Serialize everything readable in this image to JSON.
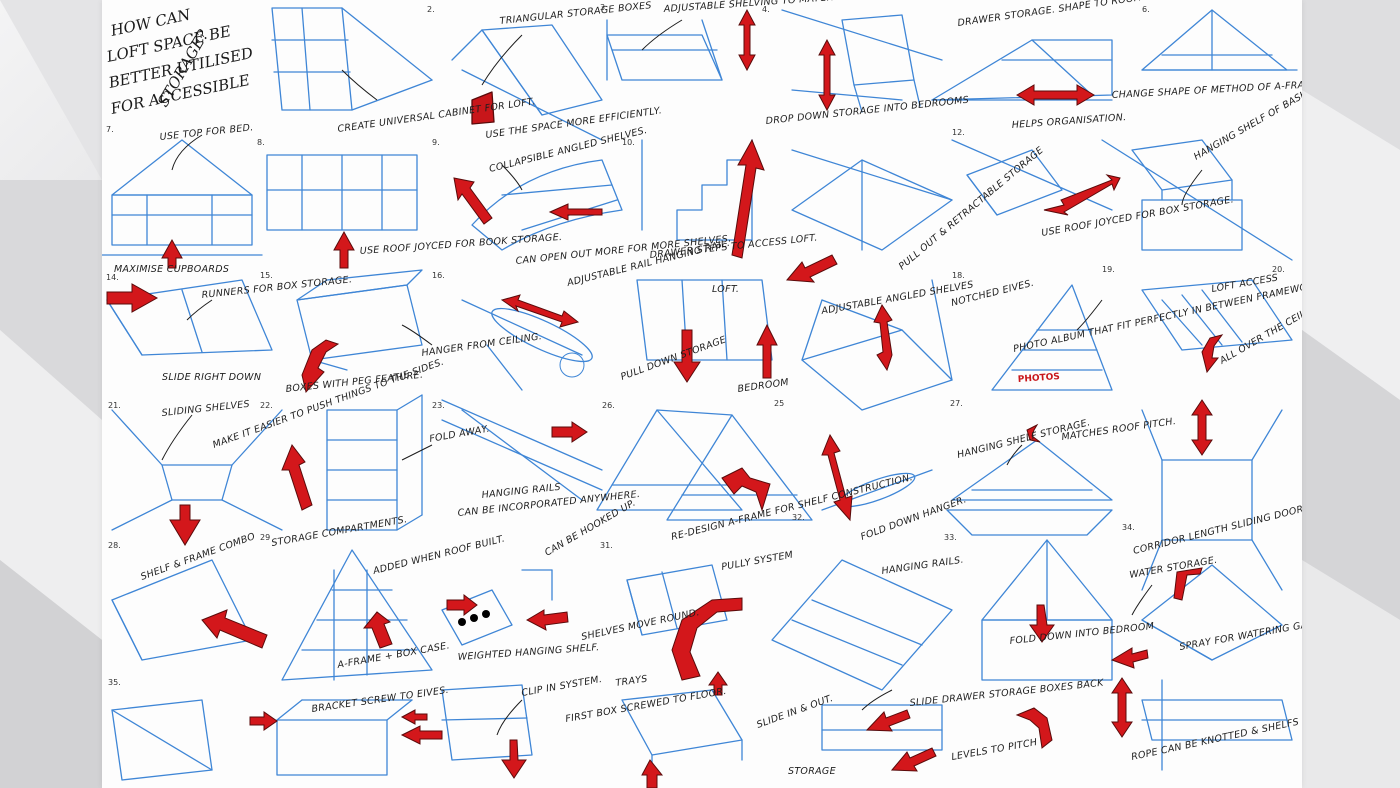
{
  "title_lines": [
    "HOW CAN",
    "LOFT SPACE BE",
    "BETTER UTILISED",
    "FOR ACCESSIBLE",
    "STORAGE?"
  ],
  "numbers": [
    "2.",
    "3.",
    "4.",
    "6.",
    "7.",
    "8.",
    "9.",
    "10.",
    "12.",
    "14.",
    "15.",
    "16.",
    "18.",
    "19.",
    "20.",
    "21.",
    "22.",
    "23.",
    "25",
    "26.",
    "27.",
    "28.",
    "29",
    "31.",
    "32.",
    "33.",
    "34.",
    "35."
  ],
  "labels": {
    "triangular_boxes": "TRIANGULAR STORAGE BOXES",
    "adjustable_shelving": "ADJUSTABLE SHELVING TO MATCH PITCH OF ROOF.",
    "drawer_storage": "DRAWER STORAGE. SHAPE TO ROOF.",
    "universal_cabinet": "CREATE UNIVERSAL CABINET FOR LOFT.",
    "use_space": "USE THE SPACE MORE EFFICIENTLY.",
    "drop_down": "DROP DOWN STORAGE INTO BEDROOMS",
    "helps_organisation": "HELPS ORGANISATION.",
    "change_shape": "CHANGE SHAPE OF METHOD OF A-FRAME FOR STORAGE TO BE BETTER INTERGRATED",
    "use_top_bed": "USE TOP FOR BED.",
    "maximise_cupboards": "MAXIMISE CUPBOARDS",
    "roof_joyced_book": "USE ROOF JOYCED FOR BOOK STORAGE.",
    "collapsible_shelves": "COLLAPSIBLE ANGLED SHELVES.",
    "open_out": "CAN OPEN OUT MORE FOR MORE SHELVES.",
    "drawer_steps": "DRAWER STEPS TO ACCESS LOFT.",
    "pull_out_retractable": "PULL OUT & RETRACTABLE STORAGE",
    "roof_joyced_box": "USE ROOF JOYCED FOR BOX STORAGE.",
    "hanging_shelf_baskets": "HANGING SHELF OF BASKETS STORAGE.",
    "runners": "RUNNERS FOR BOX STORAGE.",
    "slide_right_down": "SLIDE RIGHT DOWN",
    "hanger_ceiling": "HANGER FROM CEILING.",
    "boxes_peg": "BOXES WITH PEG FEATURE.",
    "adjustable_rail": "ADJUSTABLE RAIL HANGING RAIL.",
    "loft": "LOFT.",
    "pull_down_storage": "PULL DOWN STORAGE",
    "bedroom": "BEDROOM",
    "adjustable_angled": "ADJUSTABLE ANGLED SHELVES",
    "notched_eives": "NOTCHED EIVES.",
    "photo_album": "PHOTO ALBUM THAT FIT PERFECTLY IN BETWEEN FRAMEWORK.",
    "photos": "PHOTOS",
    "loft_access": "LOFT ACCESS",
    "all_over_ceiling": "ALL OVER THE CEILING.",
    "sliding_shelves": "SLIDING SHELVES",
    "push_things": "MAKE IT EASIER TO PUSH THINGS TO THE SIDES.",
    "fold_away": "FOLD AWAY.",
    "hanging_rails": "HANGING RAILS",
    "incorporated": "CAN BE INCORPORATED ANYWHERE.",
    "redesign_aframe": "RE-DESIGN A-FRAME FOR SHELF CONSTRUCTION.",
    "fold_down_hanger": "FOLD DOWN HANGER.",
    "hanging_shelf_storage": "HANGING SHELF STORAGE.",
    "matches_roof_pitch": "MATCHES ROOF PITCH.",
    "corridor": "CORRIDOR LENGTH SLIDING DOOR FOR IMPROVED ACCESS.",
    "storage_compartments": "STORAGE COMPARTMENTS.",
    "shelf_frame_combo": "SHELF & FRAME COMBO",
    "added_roof_built": "ADDED WHEN ROOF BUILT.",
    "aframe_box_case": "A-FRAME + BOX CASE.",
    "can_be_hooked": "CAN BE HOOKED UP.",
    "weighted_hanging": "WEIGHTED HANGING SHELF.",
    "shelves_move_round": "SHELVES MOVE ROUND.",
    "pully_system": "PULLY SYSTEM",
    "hanging_rails2": "HANGING RAILS.",
    "fold_down_bedroom": "FOLD DOWN INTO BEDROOM",
    "water_storage": "WATER STORAGE.",
    "spray_garden": "SPRAY FOR WATERING GARDEN.",
    "bracket_screw": "BRACKET SCREW TO EIVES.",
    "clip_in": "CLIP IN SYSTEM.",
    "first_box": "FIRST BOX SCREWED TO FLOOR.",
    "trays": "TRAYS",
    "slide_in_out": "SLIDE IN & OUT.",
    "storage": "STORAGE",
    "slide_drawer": "SLIDE DRAWER STORAGE BOXES BACK",
    "levels_pitch": "LEVELS TO PITCH",
    "rope_knotted": "ROPE CAN BE KNOTTED & SHELFS SET AT ANY HEIGHT."
  },
  "colors": {
    "sketch_blue": "#3f86d6",
    "arrow_red": "#d3171b",
    "ink": "#1c1c1c",
    "paper": "#fdfdfd"
  }
}
